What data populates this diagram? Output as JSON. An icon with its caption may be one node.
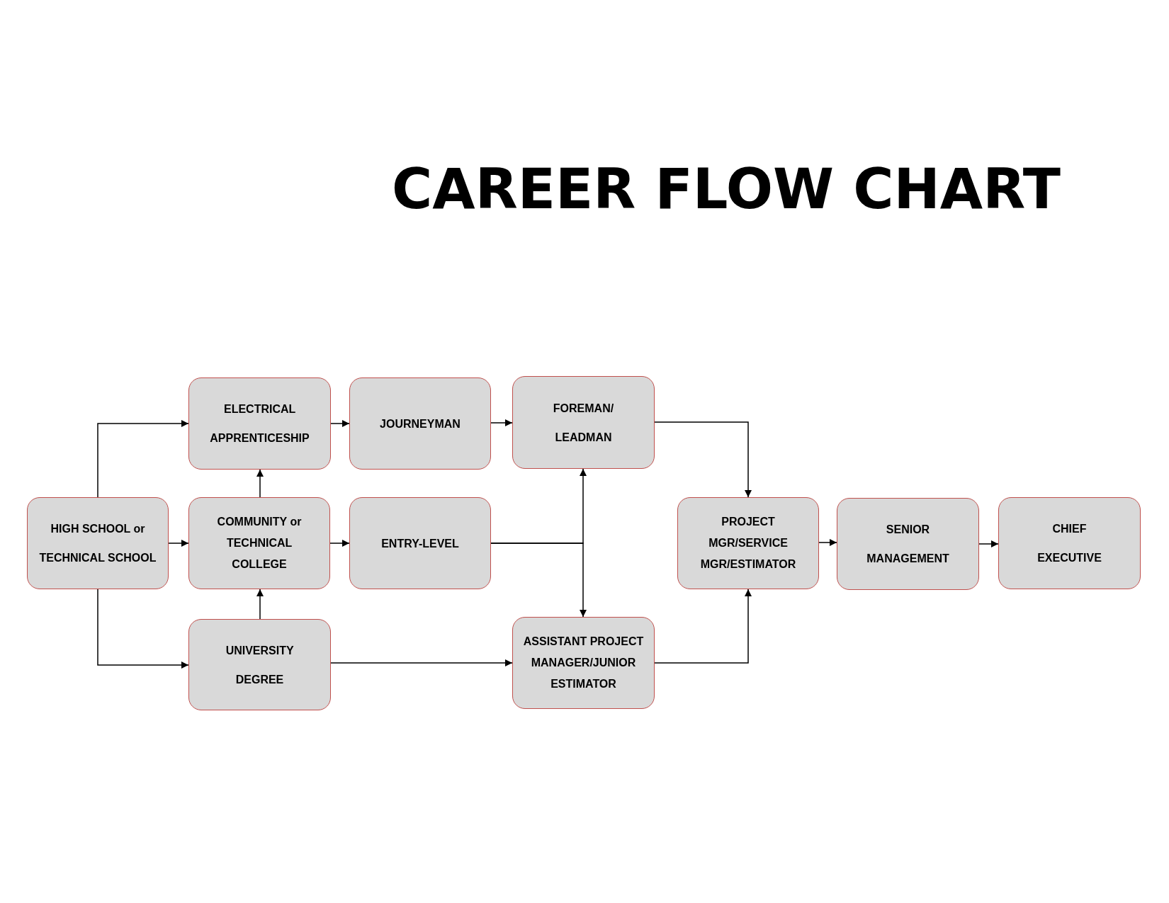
{
  "diagram": {
    "title": "CAREER FLOW CHART",
    "nodes": [
      {
        "text": [
          "ELECTRICAL APPRENTICESHIP"
        ]
      },
      {
        "text": [
          "JOURNEYMAN"
        ]
      },
      {
        "text": [
          "FOREMAN/ LEADMAN"
        ]
      },
      {
        "text": [
          "HIGH SCHOOL or TECHNICAL SCHOOL"
        ]
      },
      {
        "text": [
          "COMMUNITY or TECHNICAL COLLEGE"
        ]
      },
      {
        "text": [
          "ENTRY-LEVEL"
        ]
      },
      {
        "text": [
          "PROJECT MGR/SERVICE MGR/ESTIMATOR"
        ]
      },
      {
        "text": [
          "SENIOR MANAGEMENT"
        ]
      },
      {
        "text": [
          "CHIEF EXECUTIVE"
        ]
      },
      {
        "text": [
          "UNIVERSITY DEGREE"
        ]
      },
      {
        "text": [
          "ASSISTANT PROJECT MANAGER/JUNIOR ESTIMATOR"
        ]
      }
    ],
    "edges": [
      {
        "from": 3,
        "to": 0,
        "arrow": "to"
      },
      {
        "from": 3,
        "to": 4,
        "arrow": "to"
      },
      {
        "from": 3,
        "to": 9,
        "arrow": "to"
      },
      {
        "from": 4,
        "to": 0,
        "arrow": "to"
      },
      {
        "from": 9,
        "to": 4,
        "arrow": "to"
      },
      {
        "from": 0,
        "to": 1,
        "arrow": "to"
      },
      {
        "from": 4,
        "to": 5,
        "arrow": "to"
      },
      {
        "from": 1,
        "to": 2,
        "arrow": "to"
      },
      {
        "from": 5,
        "to": 2,
        "arrow": "to"
      },
      {
        "from": 5,
        "to": 10,
        "arrow": "to"
      },
      {
        "from": 9,
        "to": 10,
        "arrow": "to"
      },
      {
        "from": 2,
        "to": 6,
        "arrow": "to"
      },
      {
        "from": 10,
        "to": 6,
        "arrow": "to"
      },
      {
        "from": 6,
        "to": 7,
        "arrow": "to"
      },
      {
        "from": 7,
        "to": 8,
        "arrow": "to"
      }
    ]
  }
}
